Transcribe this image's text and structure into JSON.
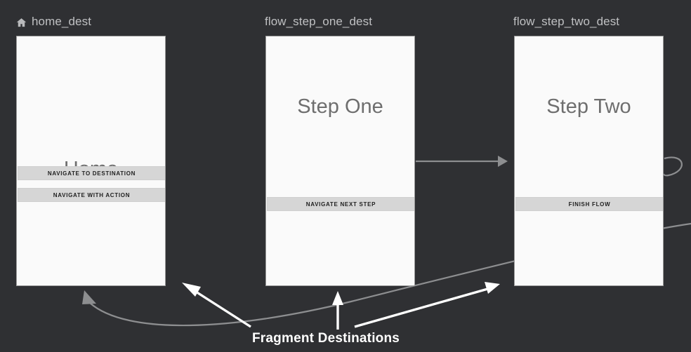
{
  "background_color": "#2f3033",
  "destinations": [
    {
      "id": "home_dest",
      "label": "home_dest",
      "icon": "home-icon",
      "has_start_icon": true,
      "screen_title": "Home",
      "buttons": [
        {
          "label": "Navigate to destination"
        },
        {
          "label": "Navigate with action"
        }
      ]
    },
    {
      "id": "flow_step_one_dest",
      "label": "flow_step_one_dest",
      "icon": null,
      "has_start_icon": false,
      "screen_title": "Step One",
      "buttons": [
        {
          "label": "Navigate next step"
        }
      ]
    },
    {
      "id": "flow_step_two_dest",
      "label": "flow_step_two_dest",
      "icon": null,
      "has_start_icon": false,
      "screen_title": "Step Two",
      "buttons": [
        {
          "label": "Finish flow"
        }
      ]
    }
  ],
  "caption": {
    "text": "Fragment Destinations",
    "color": "#ffffff"
  },
  "connectors": {
    "action_arrow_color": "#8d8e90",
    "annotation_arrow_color": "#ffffff",
    "items": [
      {
        "name": "step-one-to-step-two",
        "type": "straight"
      },
      {
        "name": "step-two-self-loop",
        "type": "loop"
      },
      {
        "name": "finish-flow-to-home",
        "type": "curved"
      }
    ]
  },
  "annotations": [
    {
      "name": "annotation-arrow-to-home-card",
      "target": "home_dest"
    },
    {
      "name": "annotation-arrow-to-step-one-card",
      "target": "flow_step_one_dest"
    },
    {
      "name": "annotation-arrow-to-step-two-card",
      "target": "flow_step_two_dest"
    }
  ]
}
